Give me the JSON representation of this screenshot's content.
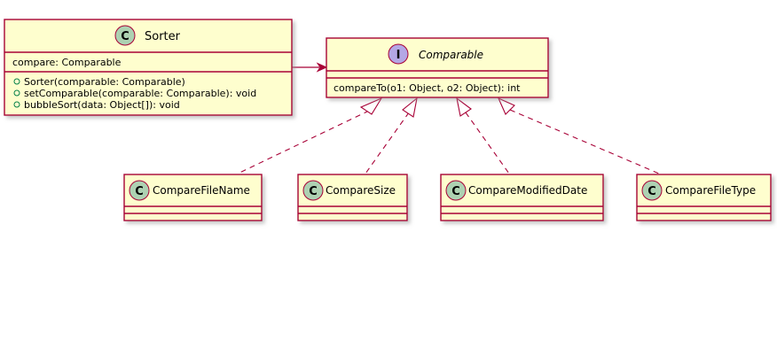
{
  "colors": {
    "class_fill": "#FEFECE",
    "border": "#A80036",
    "class_badge": "#ADD1B2",
    "interface_badge": "#B4A7E5",
    "shadow": "#cfcfcf",
    "text": "#000000"
  },
  "sorter": {
    "badge": "C",
    "name": "Sorter",
    "fields": [
      "compare: Comparable"
    ],
    "methods": [
      "Sorter(comparable: Comparable)",
      "setComparable(comparable: Comparable): void",
      "bubbleSort(data: Object[]): void"
    ]
  },
  "comparable": {
    "badge": "I",
    "name": "Comparable",
    "methods": [
      "compareTo(o1: Object, o2: Object): int"
    ]
  },
  "implementations": [
    {
      "badge": "C",
      "name": "CompareFileName"
    },
    {
      "badge": "C",
      "name": "CompareSize"
    },
    {
      "badge": "C",
      "name": "CompareModifiedDate"
    },
    {
      "badge": "C",
      "name": "CompareFileType"
    }
  ],
  "icons": {
    "method_marker": "public-method-circle-icon",
    "arrow": "association-arrow-icon",
    "realization": "hollow-triangle-icon"
  }
}
